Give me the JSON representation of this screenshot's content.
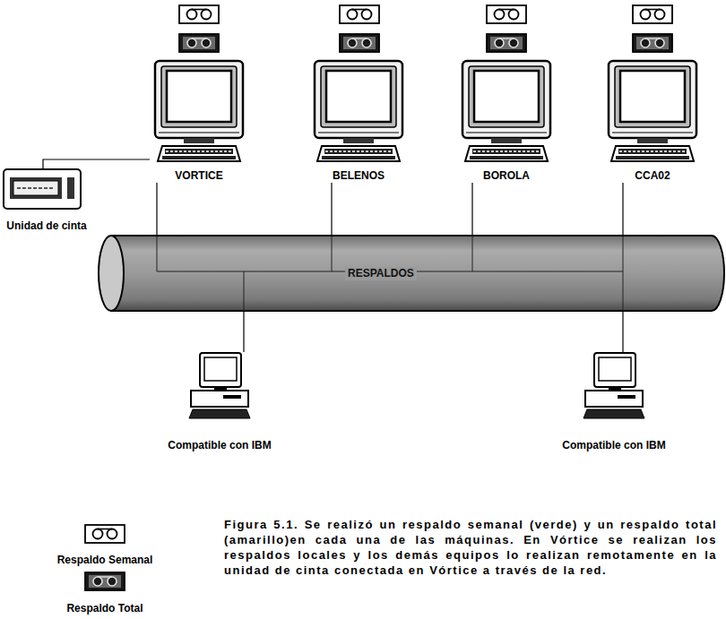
{
  "diagram": {
    "caption": "Figura 5.1. Se realizó un respaldo semanal (verde) y un respaldo total (amarillo)en cada una de las máquinas. En Vórtice se realizan los respaldos locales y los demás equipos lo realizan remotamente en la unidad de cinta conectada en Vórtice a través de la red.",
    "nodes": [
      {
        "text": [
          "VORTICE"
        ]
      },
      {
        "text": [
          "BELENOS"
        ]
      },
      {
        "text": [
          "BOROLA"
        ]
      },
      {
        "text": [
          "CCA02"
        ]
      },
      {
        "text": [
          "Unidad de cinta"
        ]
      },
      {
        "text": [
          "RESPALDOS"
        ]
      },
      {
        "text": [
          "Compatible con IBM"
        ]
      },
      {
        "text": [
          "Compatible con IBM"
        ]
      }
    ],
    "edges": [
      {
        "from": 4,
        "to": 0,
        "arrow": "none"
      },
      {
        "from": 0,
        "to": 5,
        "arrow": "none"
      },
      {
        "from": 1,
        "to": 5,
        "arrow": "none"
      },
      {
        "from": 2,
        "to": 5,
        "arrow": "none"
      },
      {
        "from": 3,
        "to": 5,
        "arrow": "none"
      },
      {
        "from": 5,
        "to": 6,
        "arrow": "none"
      },
      {
        "from": 5,
        "to": 7,
        "arrow": "none"
      }
    ],
    "legend": [
      {
        "text": "Respaldo Semanal"
      },
      {
        "text": "Respaldo Total"
      }
    ]
  }
}
